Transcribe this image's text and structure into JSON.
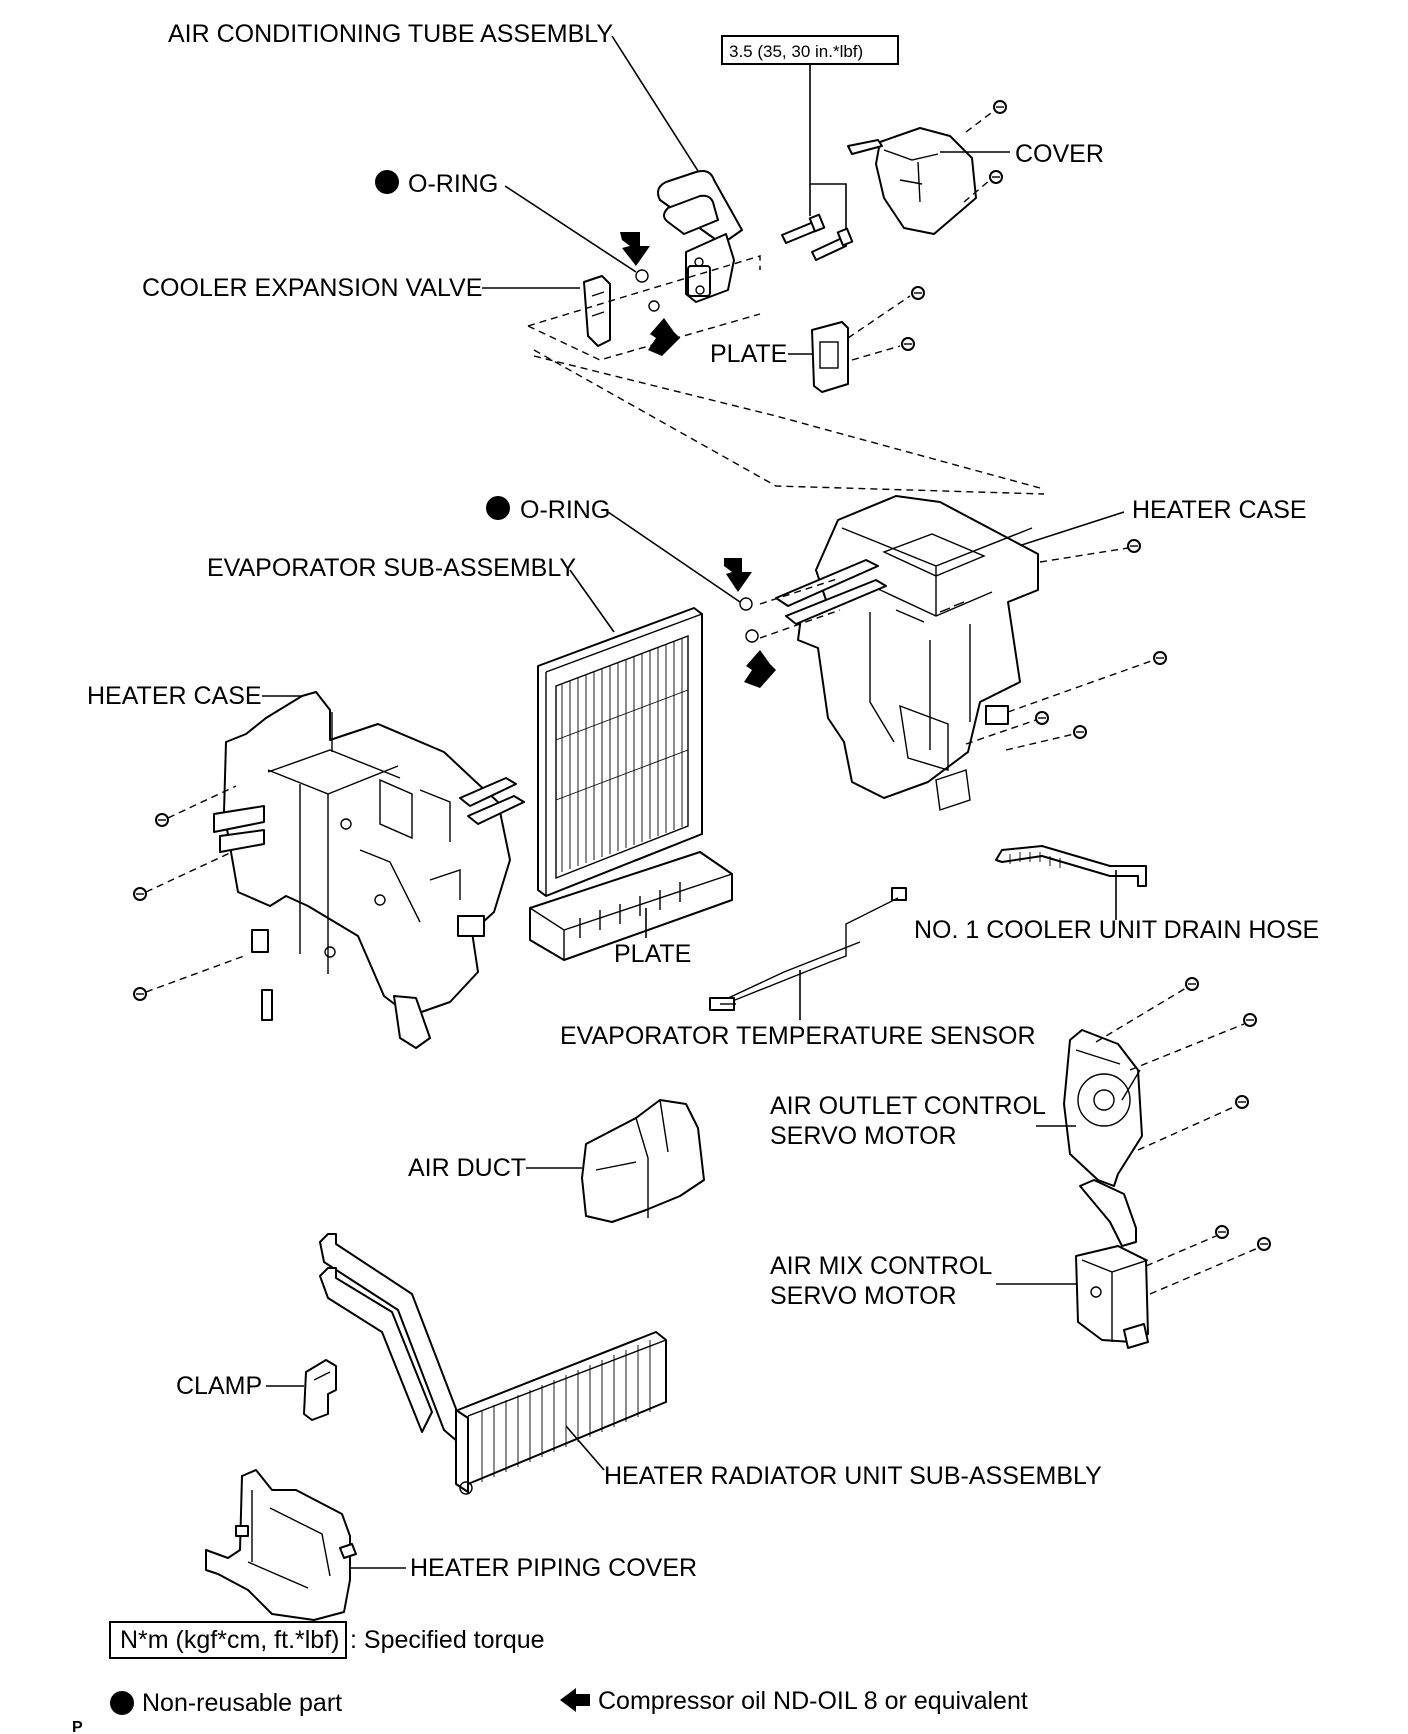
{
  "labels": {
    "ac_tube": "AIR CONDITIONING TUBE ASSEMBLY",
    "torque": "3.5 (35, 30 in.*lbf)",
    "cover": "COVER",
    "oring_top": "O-RING",
    "expansion_valve": "COOLER EXPANSION VALVE",
    "plate_top": "PLATE",
    "oring_mid": "O-RING",
    "heater_case_right": "HEATER CASE",
    "evaporator": "EVAPORATOR SUB-ASSEMBLY",
    "heater_case_left": "HEATER CASE",
    "drain_hose": "NO. 1 COOLER UNIT DRAIN HOSE",
    "plate_bottom": "PLATE",
    "evap_sensor": "EVAPORATOR TEMPERATURE SENSOR",
    "air_outlet_l1": "AIR OUTLET CONTROL",
    "air_outlet_l2": "SERVO MOTOR",
    "air_duct": "AIR DUCT",
    "air_mix_l1": "AIR MIX CONTROL",
    "air_mix_l2": "SERVO MOTOR",
    "clamp": "CLAMP",
    "heater_radiator": "HEATER RADIATOR UNIT SUB-ASSEMBLY",
    "heater_piping": "HEATER PIPING COVER"
  },
  "legend": {
    "torque_box": "N*m (kgf*cm, ft.*lbf)",
    "torque_desc": ": Specified torque",
    "non_reusable": "Non-reusable part",
    "compressor_oil": "Compressor oil ND-OIL 8 or equivalent"
  },
  "corner_mark": "P"
}
